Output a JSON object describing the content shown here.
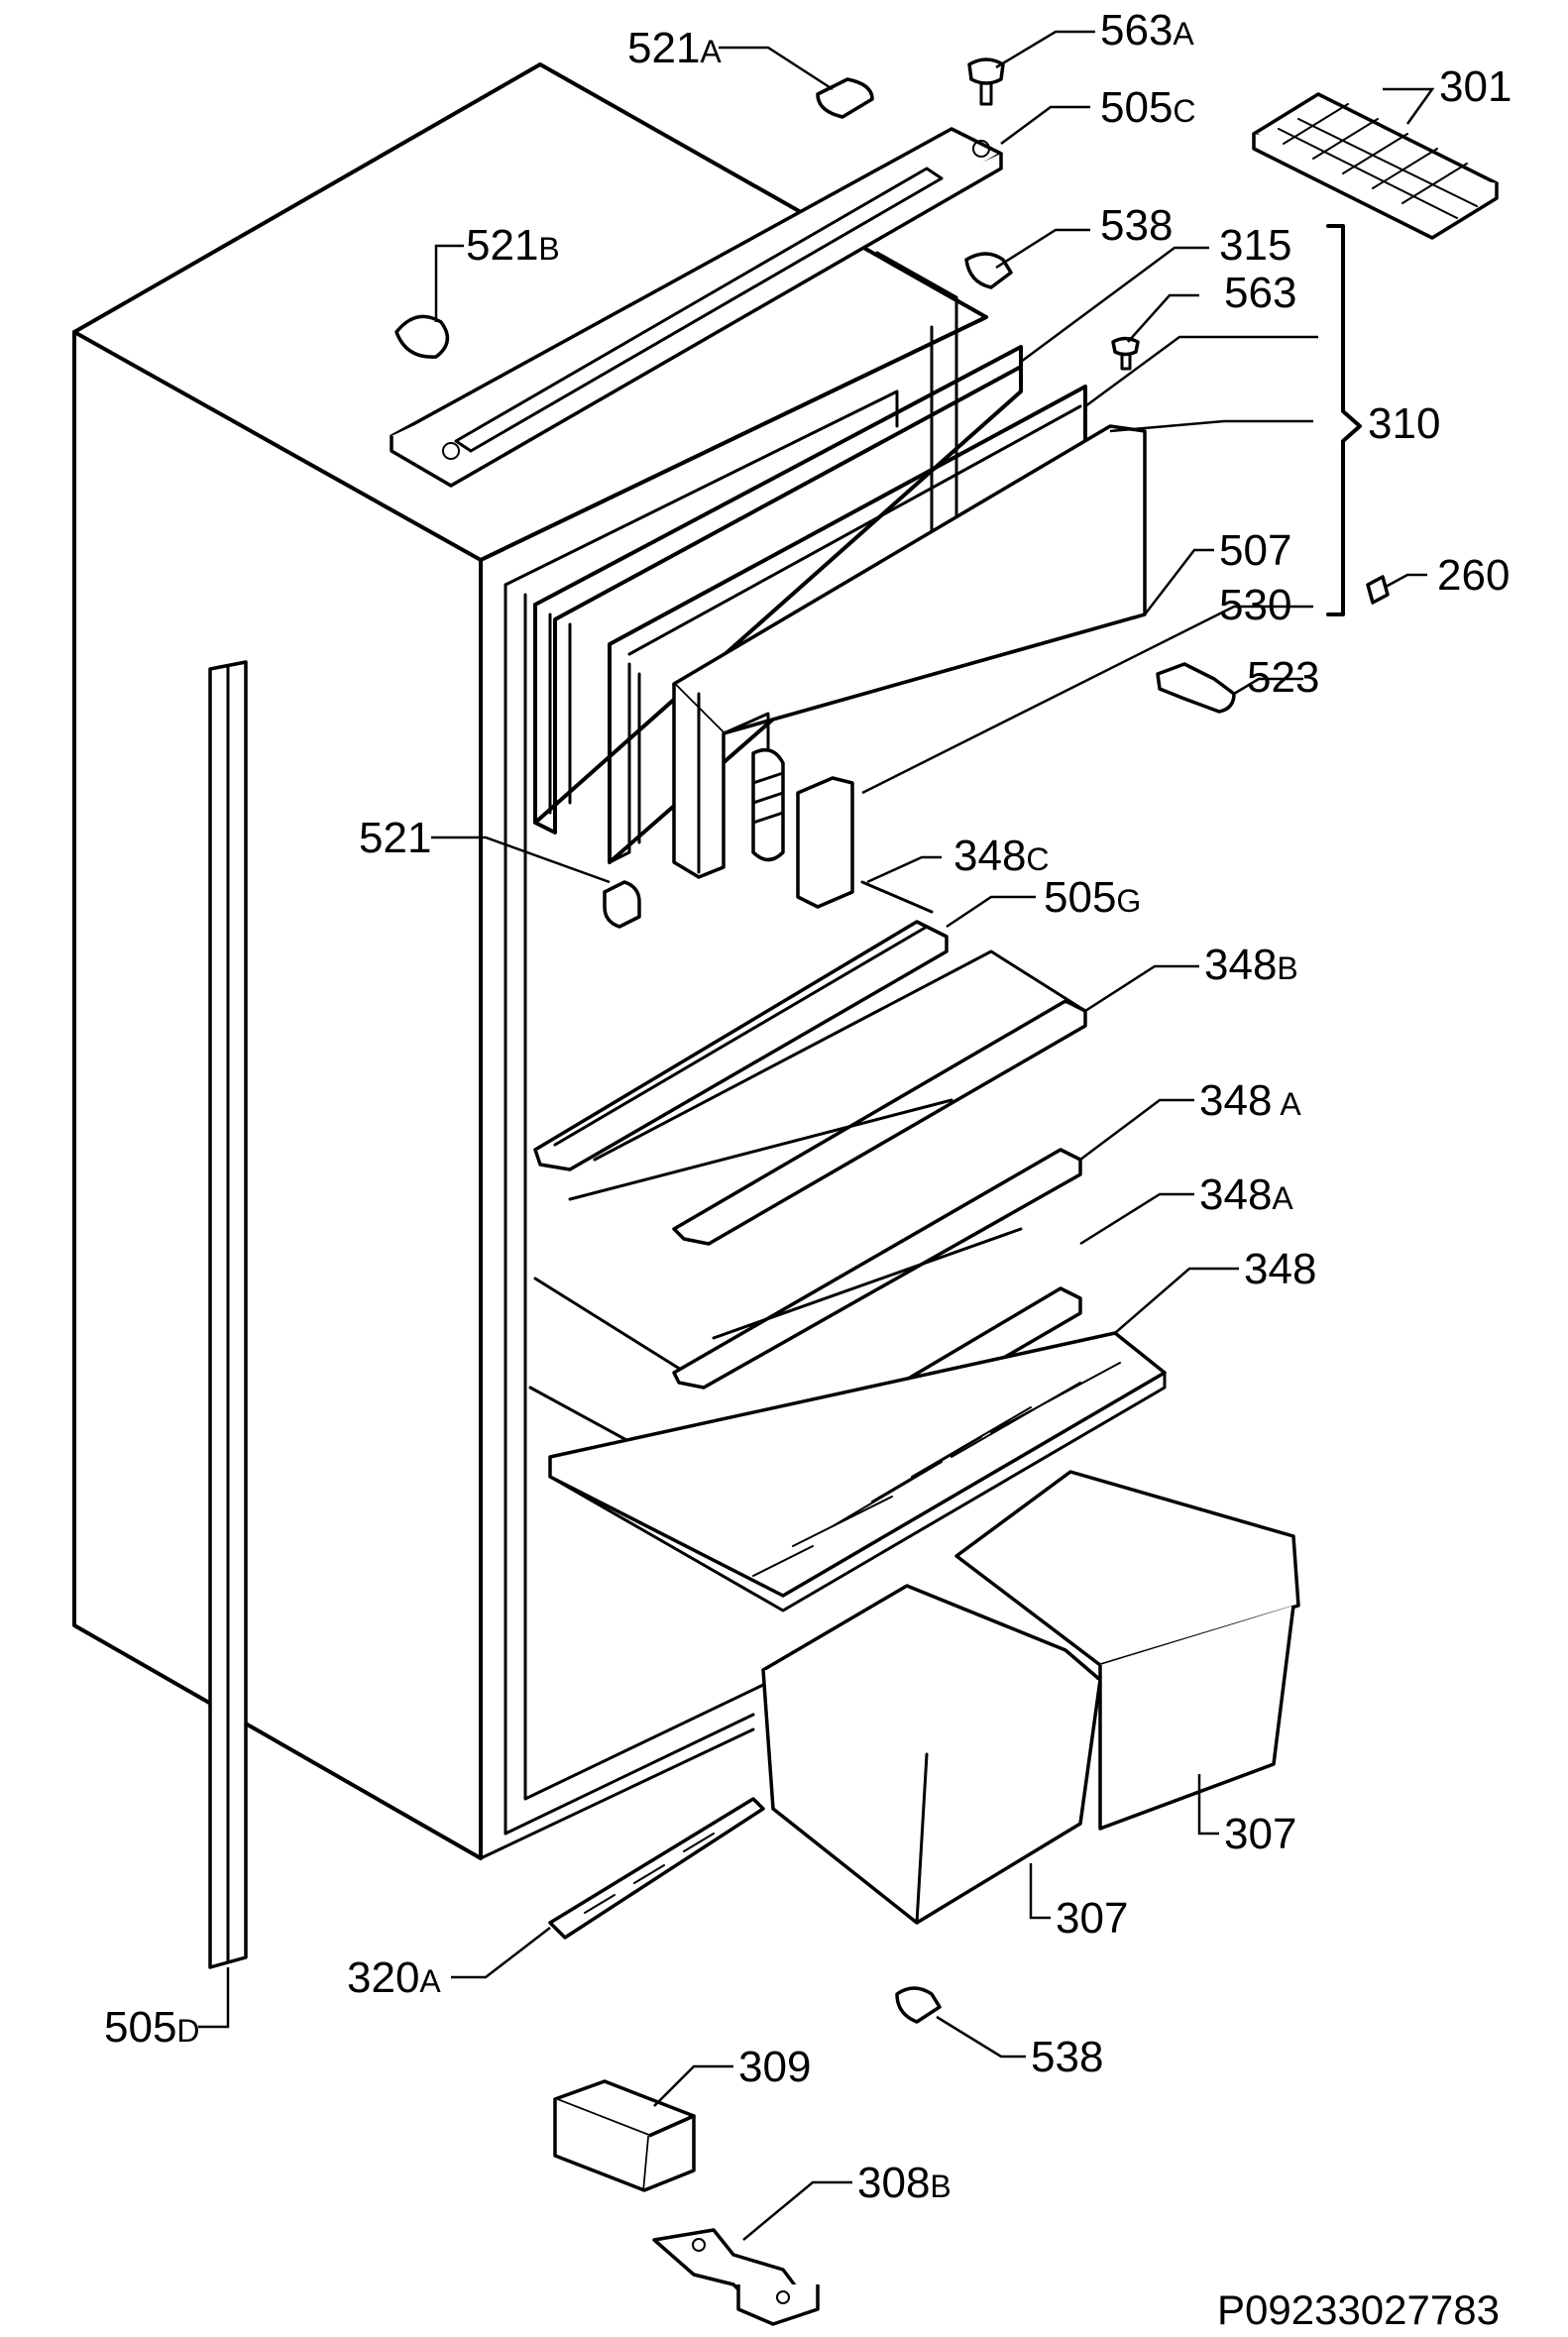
{
  "callouts": [
    {
      "id": "521A",
      "num": "521",
      "suf": "A"
    },
    {
      "id": "563A",
      "num": "563",
      "suf": "A"
    },
    {
      "id": "505C",
      "num": "505",
      "suf": "C"
    },
    {
      "id": "301",
      "num": "301",
      "suf": ""
    },
    {
      "id": "521B",
      "num": "521",
      "suf": "B"
    },
    {
      "id": "538top",
      "num": "538",
      "suf": ""
    },
    {
      "id": "315",
      "num": "315",
      "suf": ""
    },
    {
      "id": "563",
      "num": "563",
      "suf": ""
    },
    {
      "id": "310",
      "num": "310",
      "suf": ""
    },
    {
      "id": "507",
      "num": "507",
      "suf": ""
    },
    {
      "id": "260",
      "num": "260",
      "suf": ""
    },
    {
      "id": "530",
      "num": "530",
      "suf": ""
    },
    {
      "id": "523",
      "num": "523",
      "suf": ""
    },
    {
      "id": "521",
      "num": "521",
      "suf": ""
    },
    {
      "id": "348C",
      "num": "348",
      "suf": "C"
    },
    {
      "id": "505G",
      "num": "505",
      "suf": "G"
    },
    {
      "id": "348B",
      "num": "348",
      "suf": "B"
    },
    {
      "id": "348A1",
      "num": "348",
      "suf": "A"
    },
    {
      "id": "348A2",
      "num": "348",
      "suf": "A"
    },
    {
      "id": "348",
      "num": "348",
      "suf": ""
    },
    {
      "id": "307right",
      "num": "307",
      "suf": ""
    },
    {
      "id": "307left",
      "num": "307",
      "suf": ""
    },
    {
      "id": "320A",
      "num": "320",
      "suf": "A"
    },
    {
      "id": "538bottom",
      "num": "538",
      "suf": ""
    },
    {
      "id": "505D",
      "num": "505",
      "suf": "D"
    },
    {
      "id": "309",
      "num": "309",
      "suf": ""
    },
    {
      "id": "308B",
      "num": "308",
      "suf": "B"
    }
  ],
  "drawing_code": "P09233027783"
}
